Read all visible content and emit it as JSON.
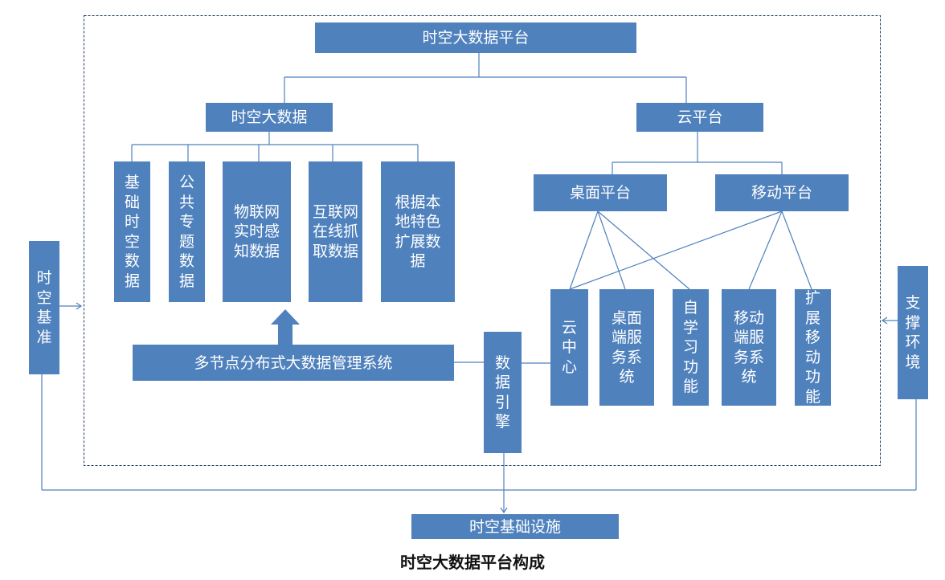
{
  "diagram": {
    "root": "时空大数据平台",
    "bigdata": "时空大数据",
    "cloud": "云平台",
    "bigdata_children": [
      "基础时空数据",
      "公共专题数据",
      "物联网实时感知数据",
      "互联网在线抓取数据",
      "根据本地特色扩展数据"
    ],
    "mgmt_system": "多节点分布式大数据管理系统",
    "data_engine": "数据引擎",
    "desktop_platform": "桌面平台",
    "mobile_platform": "移动平台",
    "cloud_children": [
      "云中心",
      "桌面端服务系统",
      "自学习功能",
      "移动端服务系统",
      "扩展移动功能"
    ],
    "left_side": "时空基准",
    "right_side": "支撑环境",
    "bottom": "时空基础设施",
    "caption": "时空大数据平台构成"
  },
  "colors": {
    "box_fill": "#4f81bd",
    "box_text": "#ffffff",
    "line": "#4f81bd",
    "frame": "#1f3864"
  }
}
